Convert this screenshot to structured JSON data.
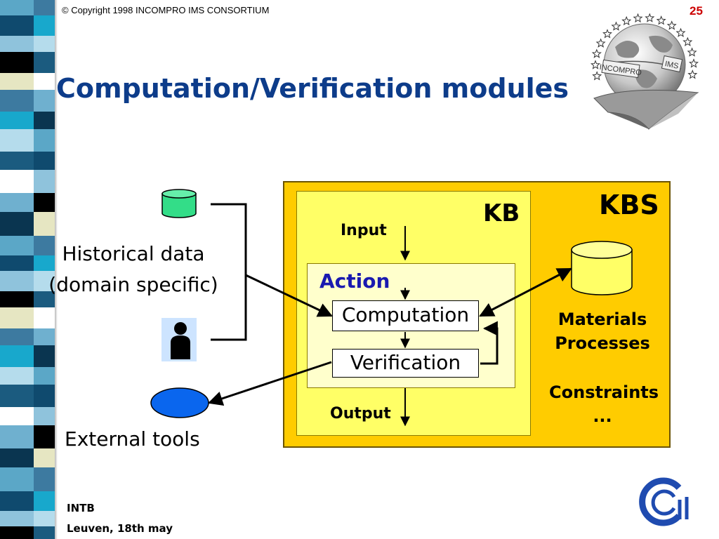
{
  "header": {
    "copyright": "© Copyright 1998 INCOMPRO IMS CONSORTIUM",
    "slide_number": "25"
  },
  "title": "Computation/Verification modules",
  "left": {
    "historical_line1": "Historical data",
    "historical_line2": "(domain specific)",
    "external_tools": "External tools"
  },
  "kbs": {
    "label": "KBS",
    "kb_label": "KB",
    "input": "Input",
    "output": "Output",
    "action": "Action",
    "computation": "Computation",
    "verification": "Verification",
    "materials": "Materials",
    "processes": "Processes",
    "constraints": "Constraints",
    "ellipsis": "..."
  },
  "logo": {
    "text_left": "INCOMPRO",
    "text_right": "IMS"
  },
  "footer": {
    "line1": "INTB",
    "line2": "Leuven, 18th may"
  },
  "colors": {
    "title": "#0d3c8a",
    "kbs_fill": "#ffcc00",
    "kb_fill": "#ffff66",
    "action_fill": "#ffffcc",
    "action_text": "#1a1ab0",
    "historical_db": "#33dd88",
    "external_tool": "#0a66ee",
    "slide_number": "#cc0000",
    "cnr_logo": "#1f4bb0"
  },
  "icons": [
    "database-icon",
    "person-icon",
    "external-tool-icon",
    "incompro-globe-logo",
    "cnr-logo"
  ]
}
